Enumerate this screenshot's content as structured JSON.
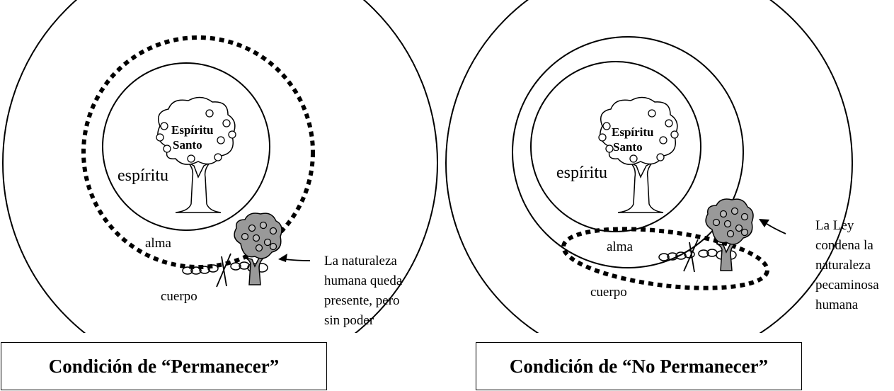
{
  "left": {
    "tree_label_line1": "Espíritu",
    "tree_label_line2": "Santo",
    "spirit_label": "espíritu",
    "soul_label": "alma",
    "body_label": "cuerpo",
    "annotation": [
      "La naturaleza",
      "humana queda",
      "presente, pero",
      "sin poder"
    ],
    "caption": "Condición de “Permanecer”"
  },
  "right": {
    "tree_label_line1": "Espíritu",
    "tree_label_line2": "Santo",
    "spirit_label": "espíritu",
    "soul_label": "alma",
    "body_label": "cuerpo",
    "annotation": [
      "La Ley",
      "condena la",
      "naturaleza",
      "pecaminosa",
      "humana"
    ],
    "caption": "Condición de “No Permanecer”"
  }
}
